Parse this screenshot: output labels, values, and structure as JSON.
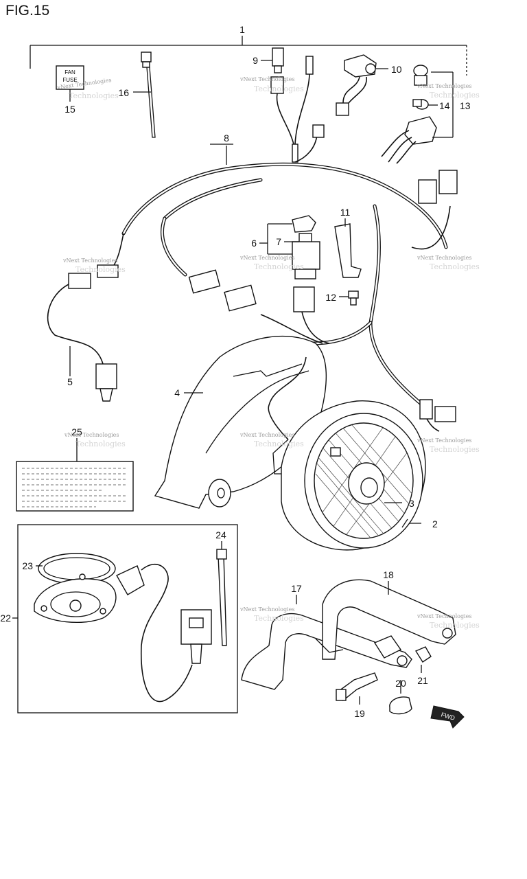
{
  "figure": {
    "title": "FIG.15"
  },
  "callouts": [
    {
      "id": "1",
      "label": "1"
    },
    {
      "id": "2",
      "label": "2"
    },
    {
      "id": "3",
      "label": "3"
    },
    {
      "id": "4",
      "label": "4"
    },
    {
      "id": "5",
      "label": "5"
    },
    {
      "id": "6",
      "label": "6"
    },
    {
      "id": "7",
      "label": "7"
    },
    {
      "id": "8",
      "label": "8"
    },
    {
      "id": "9",
      "label": "9"
    },
    {
      "id": "10",
      "label": "10"
    },
    {
      "id": "11",
      "label": "11"
    },
    {
      "id": "12",
      "label": "12"
    },
    {
      "id": "13",
      "label": "13"
    },
    {
      "id": "14",
      "label": "14"
    },
    {
      "id": "15",
      "label": "15"
    },
    {
      "id": "16",
      "label": "16"
    },
    {
      "id": "17",
      "label": "17"
    },
    {
      "id": "18",
      "label": "18"
    },
    {
      "id": "19",
      "label": "19"
    },
    {
      "id": "20",
      "label": "20"
    },
    {
      "id": "21",
      "label": "21"
    },
    {
      "id": "22",
      "label": "22"
    },
    {
      "id": "23",
      "label": "23"
    },
    {
      "id": "24",
      "label": "24"
    },
    {
      "id": "25",
      "label": "25"
    }
  ],
  "fuse_label": {
    "line1": "FAN",
    "line2": "FUSE"
  },
  "fwd_badge": "FWD",
  "watermark": {
    "primary": "vNext Technologies",
    "secondary": "Technologies"
  },
  "colors": {
    "ink": "#111111",
    "background": "#ffffff",
    "watermark": "#9a9a9a"
  }
}
